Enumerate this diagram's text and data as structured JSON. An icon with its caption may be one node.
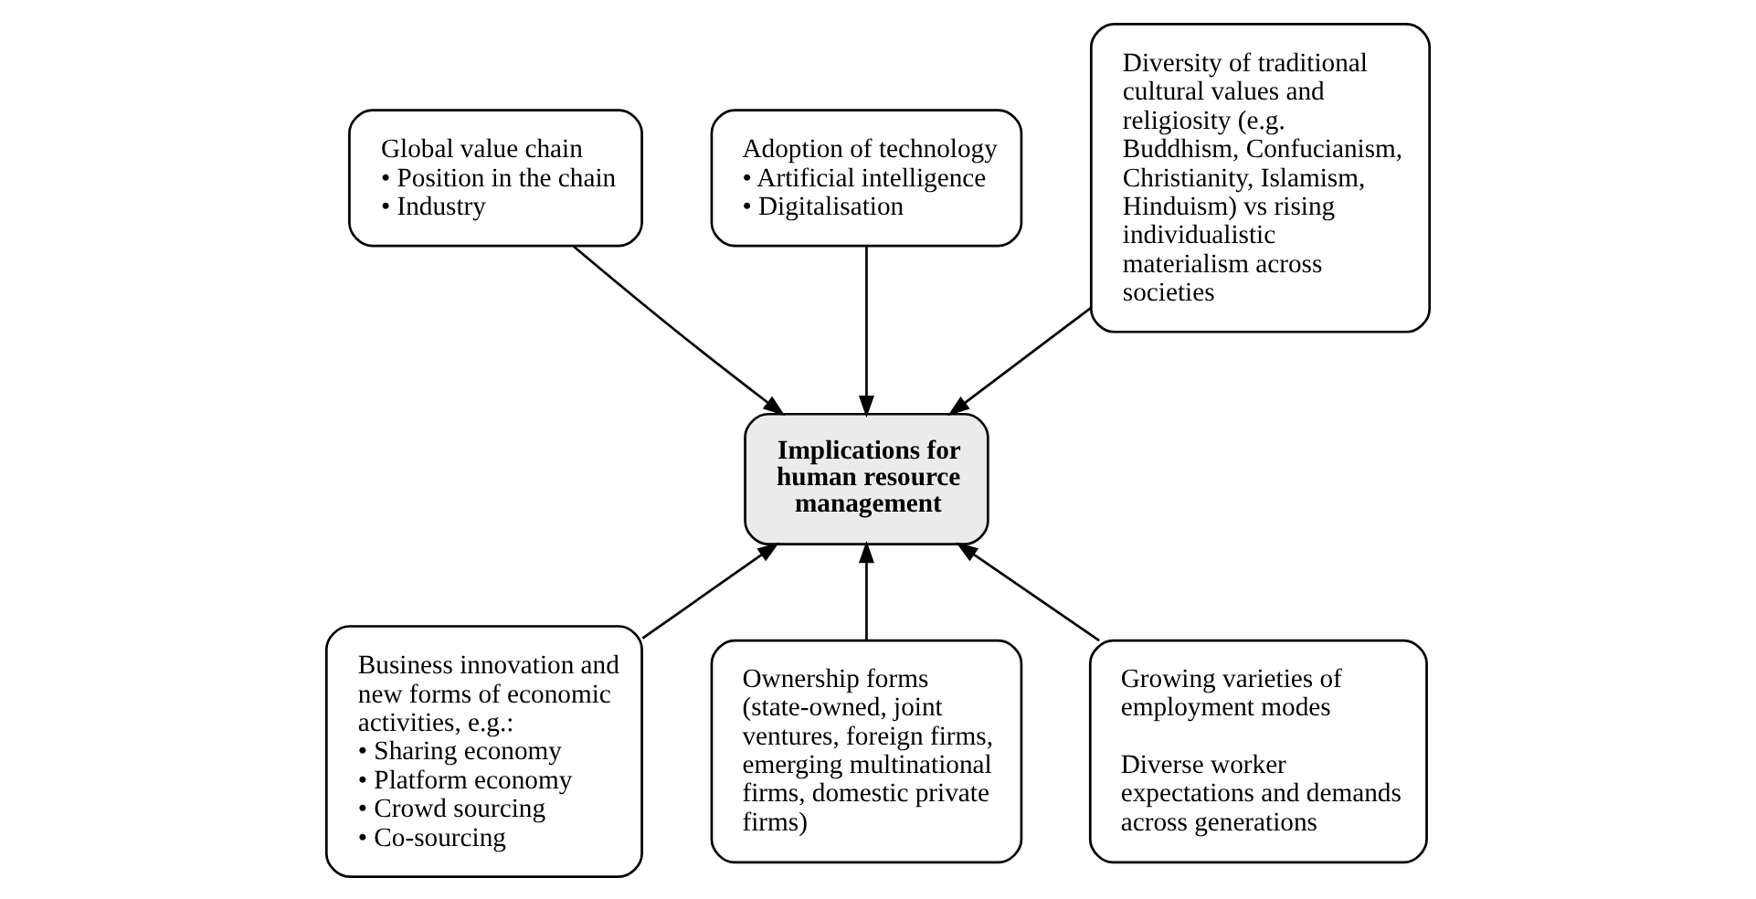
{
  "diagram": {
    "nodes": [
      {
        "text": [
          "Global value chain",
          "• Position in the chain",
          "• Industry"
        ]
      },
      {
        "text": [
          "Adoption of technology",
          "• Artificial intelligence",
          "• Digitalisation"
        ]
      },
      {
        "text": [
          "Diversity of traditional cultural values and religiosity (e.g. Buddhism, Confucianism, Christianity, Islamism, Hinduism) vs rising individualistic materialism across societies"
        ]
      },
      {
        "text": [
          "Implications for human resource management"
        ]
      },
      {
        "text": [
          "Business innovation and new forms of economic activities, e.g.:",
          "• Sharing economy",
          "• Platform economy",
          "• Crowd sourcing",
          "• Co-sourcing"
        ]
      },
      {
        "text": [
          "Ownership forms (state-owned, joint ventures, foreign firms, emerging multinational firms, domestic private firms)"
        ]
      },
      {
        "text": [
          "Growing varieties of employment modes",
          "Diverse worker expectations and demands across generations"
        ]
      }
    ],
    "edges": [
      {
        "from": 0,
        "to": 3,
        "arrow": "to"
      },
      {
        "from": 1,
        "to": 3,
        "arrow": "to"
      },
      {
        "from": 2,
        "to": 3,
        "arrow": "to"
      },
      {
        "from": 4,
        "to": 3,
        "arrow": "to"
      },
      {
        "from": 5,
        "to": 3,
        "arrow": "to"
      },
      {
        "from": 6,
        "to": 3,
        "arrow": "to"
      }
    ]
  }
}
